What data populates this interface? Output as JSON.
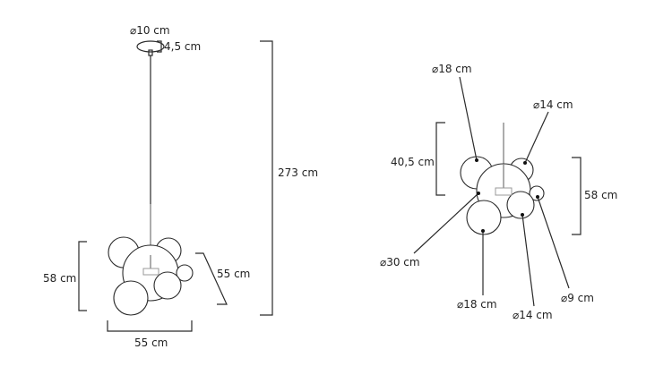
{
  "front_view": {
    "canopy_diameter": "⌀10 cm",
    "canopy_height": "4,5 cm",
    "total_height": "273 cm",
    "cluster_height": "58 cm",
    "cluster_width": "55 cm",
    "cluster_depth": "55 cm"
  },
  "detail_view": {
    "ball_top_left": "⌀18 cm",
    "ball_top_right": "⌀14 cm",
    "ball_center": "⌀30 cm",
    "ball_bottom_left": "⌀18 cm",
    "ball_bottom_mid": "⌀14 cm",
    "ball_small": "⌀9 cm",
    "rod_height": "40,5 cm",
    "cluster_height": "58 cm"
  }
}
